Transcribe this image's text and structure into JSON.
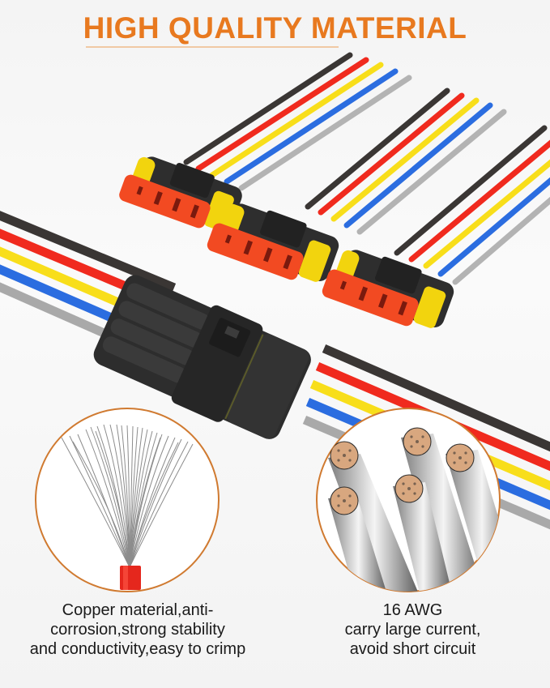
{
  "header": {
    "title": "HIGH QUALITY MATERIAL"
  },
  "colors": {
    "title_orange": "#e8791f",
    "circle_border": "#d07a30",
    "wire_black": "#3a3634",
    "wire_red": "#f02a1e",
    "wire_yellow": "#f8de1a",
    "wire_blue": "#2b6de0",
    "wire_gray": "#a9a9a9",
    "connector_body": "#2e2e2e",
    "connector_face": "#f24a22",
    "seal_yellow": "#f2d40e",
    "copper": "#d8a77f"
  },
  "product": {
    "wire_colors": [
      "black",
      "red",
      "yellow",
      "blue",
      "gray"
    ],
    "pin_count": 5,
    "female_connectors_shown": 3,
    "male_connectors_shown": 1
  },
  "features": [
    {
      "id": "copper",
      "image": "fanned-stranded-wire-red-insulation",
      "lines": [
        "Copper material,anti-",
        "corrosion,strong stability",
        "and conductivity,easy to crimp"
      ]
    },
    {
      "id": "gauge",
      "image": "wire-bundle-cross-sections",
      "lines": [
        "16 AWG",
        "carry large current,",
        "avoid short circuit"
      ]
    }
  ]
}
